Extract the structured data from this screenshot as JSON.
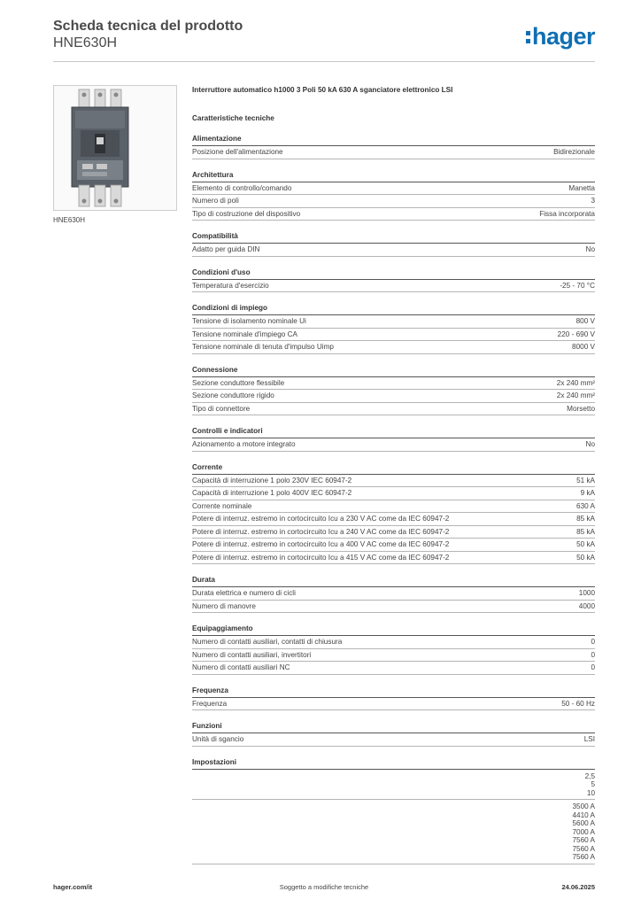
{
  "header": {
    "title": "Scheda tecnica del prodotto",
    "subtitle": "HNE630H",
    "logo_text": "hager",
    "logo_color": "#0f6fb3"
  },
  "product": {
    "image_icon": "circuit-breaker-image",
    "caption": "HNE630H",
    "description": "Interruttore automatico h1000 3 Poli 50 kA 630 A sganciatore elettronico LSI"
  },
  "tech_heading": "Caratteristiche tecniche",
  "sections": [
    {
      "title": "Alimentazione",
      "rows": [
        {
          "label": "Posizione dell'alimentazione",
          "value": "Bidirezionale"
        }
      ]
    },
    {
      "title": "Architettura",
      "rows": [
        {
          "label": "Elemento di controllo/comando",
          "value": "Manetta"
        },
        {
          "label": "Numero di poli",
          "value": "3"
        },
        {
          "label": "Tipo di costruzione del dispositivo",
          "value": "Fissa incorporata"
        }
      ]
    },
    {
      "title": "Compatibilità",
      "rows": [
        {
          "label": "Adatto per guida DIN",
          "value": "No"
        }
      ]
    },
    {
      "title": "Condizioni d'uso",
      "rows": [
        {
          "label": "Temperatura d'esercizio",
          "value": "-25 - 70 °C"
        }
      ]
    },
    {
      "title": "Condizioni di impiego",
      "rows": [
        {
          "label": "Tensione di isolamento nominale Ui",
          "value": "800 V"
        },
        {
          "label": "Tensione nominale d'impiego CA",
          "value": "220 - 690 V"
        },
        {
          "label": "Tensione nominale di tenuta d'impulso Uimp",
          "value": "8000 V"
        }
      ]
    },
    {
      "title": "Connessione",
      "rows": [
        {
          "label": "Sezione conduttore flessibile",
          "value": "2x 240 mm²"
        },
        {
          "label": "Sezione conduttore rigido",
          "value": "2x 240 mm²"
        },
        {
          "label": "Tipo di connettore",
          "value": "Morsetto"
        }
      ]
    },
    {
      "title": "Controlli e indicatori",
      "rows": [
        {
          "label": "Azionamento a motore integrato",
          "value": "No"
        }
      ]
    },
    {
      "title": "Corrente",
      "rows": [
        {
          "label": "Capacità di interruzione 1 polo 230V IEC 60947-2",
          "value": "51 kA"
        },
        {
          "label": "Capacità di interruzione 1 polo 400V IEC 60947-2",
          "value": "9 kA"
        },
        {
          "label": "Corrente nominale",
          "value": "630 A"
        },
        {
          "label": "Potere di interruz. estremo in cortocircuito Icu a 230 V AC come da IEC 60947-2",
          "value": "85 kA"
        },
        {
          "label": "Potere di interruz. estremo in cortocircuito Icu a 240 V AC come da IEC 60947-2",
          "value": "85 kA"
        },
        {
          "label": "Potere di interruz. estremo in cortocircuito Icu a 400 V AC come da IEC 60947-2",
          "value": "50 kA"
        },
        {
          "label": "Potere di interruz. estremo in cortocircuito Icu a 415 V AC come da IEC 60947-2",
          "value": "50 kA"
        }
      ]
    },
    {
      "title": "Durata",
      "rows": [
        {
          "label": "Durata elettrica e numero di cicli",
          "value": "1000"
        },
        {
          "label": "Numero di manovre",
          "value": "4000"
        }
      ]
    },
    {
      "title": "Equipaggiamento",
      "rows": [
        {
          "label": "Numero di contatti ausiliari, contatti di chiusura",
          "value": "0"
        },
        {
          "label": "Numero di contatti ausiliari, invertitori",
          "value": "0"
        },
        {
          "label": "Numero di contatti ausiliari NC",
          "value": "0"
        }
      ]
    },
    {
      "title": "Frequenza",
      "rows": [
        {
          "label": "Frequenza",
          "value": "50 - 60 Hz"
        }
      ]
    },
    {
      "title": "Funzioni",
      "rows": [
        {
          "label": "Unità di sgancio",
          "value": "LSI"
        }
      ]
    }
  ],
  "settings": {
    "title": "Impostazioni",
    "groups": [
      [
        "2,5",
        "5",
        "10"
      ],
      [
        "3500 A",
        "4410 A",
        "5600 A",
        "7000 A",
        "7560 A",
        "7560 A",
        "7560 A"
      ]
    ]
  },
  "footer": {
    "left": "hager.com/it",
    "center": "Soggetto a modifiche tecniche",
    "right": "24.06.2025"
  }
}
